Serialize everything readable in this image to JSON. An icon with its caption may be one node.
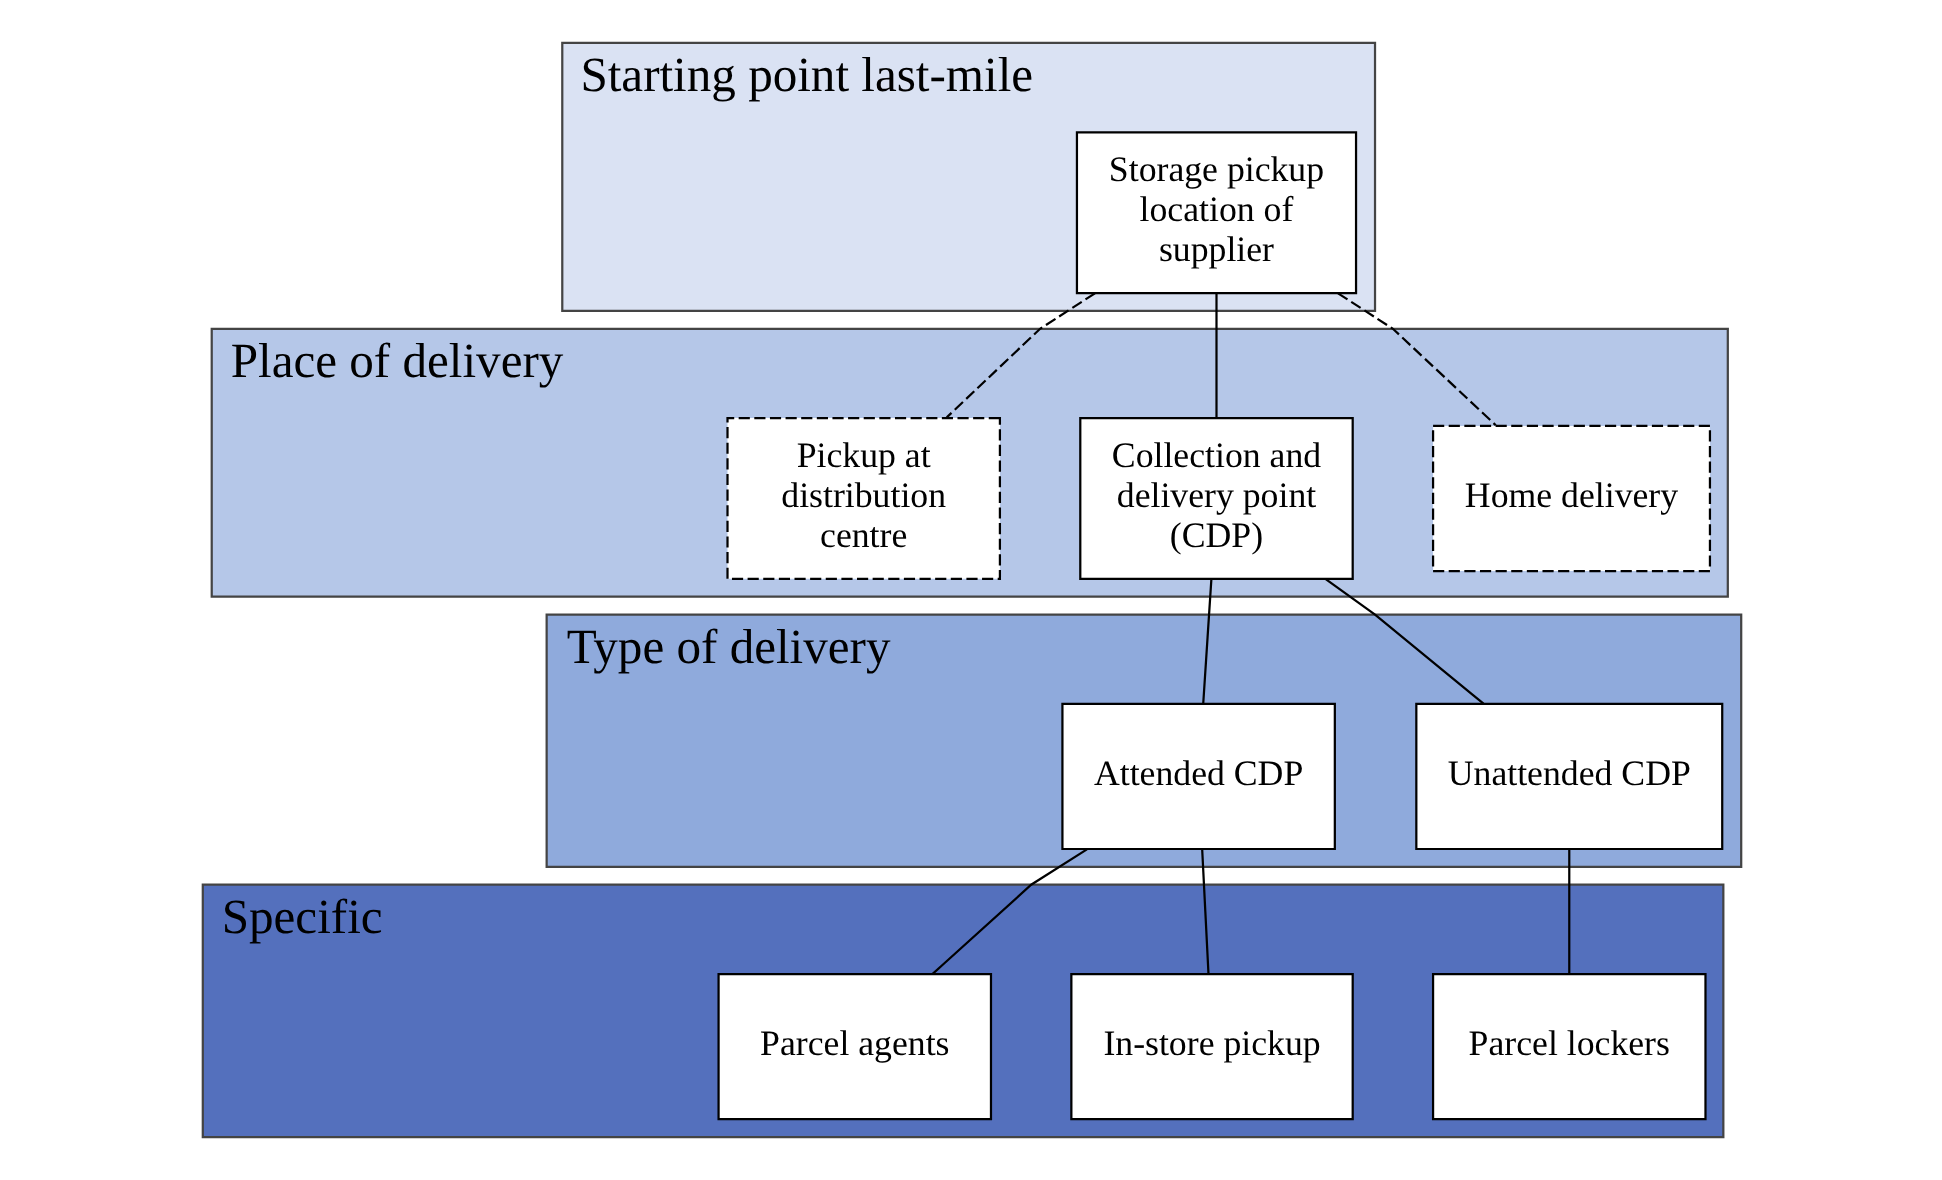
{
  "diagram": {
    "nodes": [
      {
        "text": [
          "Starting point last-mile"
        ]
      },
      {
        "text": [
          "Storage pickup location of supplier"
        ],
        "in": 0
      },
      {
        "text": [
          "Place of delivery"
        ]
      },
      {
        "text": [
          "Pickup at distribution centre"
        ],
        "in": 2
      },
      {
        "text": [
          "Collection and delivery point (CDP)"
        ],
        "in": 2
      },
      {
        "text": [
          "Home delivery"
        ],
        "in": 2
      },
      {
        "text": [
          "Type of delivery"
        ]
      },
      {
        "text": [
          "Attended CDP"
        ],
        "in": 6
      },
      {
        "text": [
          "Unattended CDP"
        ],
        "in": 6
      },
      {
        "text": [
          "Specific"
        ]
      },
      {
        "text": [
          "Parcel agents"
        ],
        "in": 9
      },
      {
        "text": [
          "In-store pickup"
        ],
        "in": 9
      },
      {
        "text": [
          "Parcel lockers"
        ],
        "in": 9
      }
    ],
    "edges": [
      {
        "from": 1,
        "to": 3,
        "arrow": "none",
        "style": "dashed"
      },
      {
        "from": 1,
        "to": 4,
        "arrow": "none"
      },
      {
        "from": 1,
        "to": 5,
        "arrow": "none",
        "style": "dashed"
      },
      {
        "from": 4,
        "to": 7,
        "arrow": "none"
      },
      {
        "from": 4,
        "to": 8,
        "arrow": "none"
      },
      {
        "from": 7,
        "to": 10,
        "arrow": "none"
      },
      {
        "from": 7,
        "to": 11,
        "arrow": "none"
      },
      {
        "from": 8,
        "to": 12,
        "arrow": "none"
      }
    ]
  }
}
